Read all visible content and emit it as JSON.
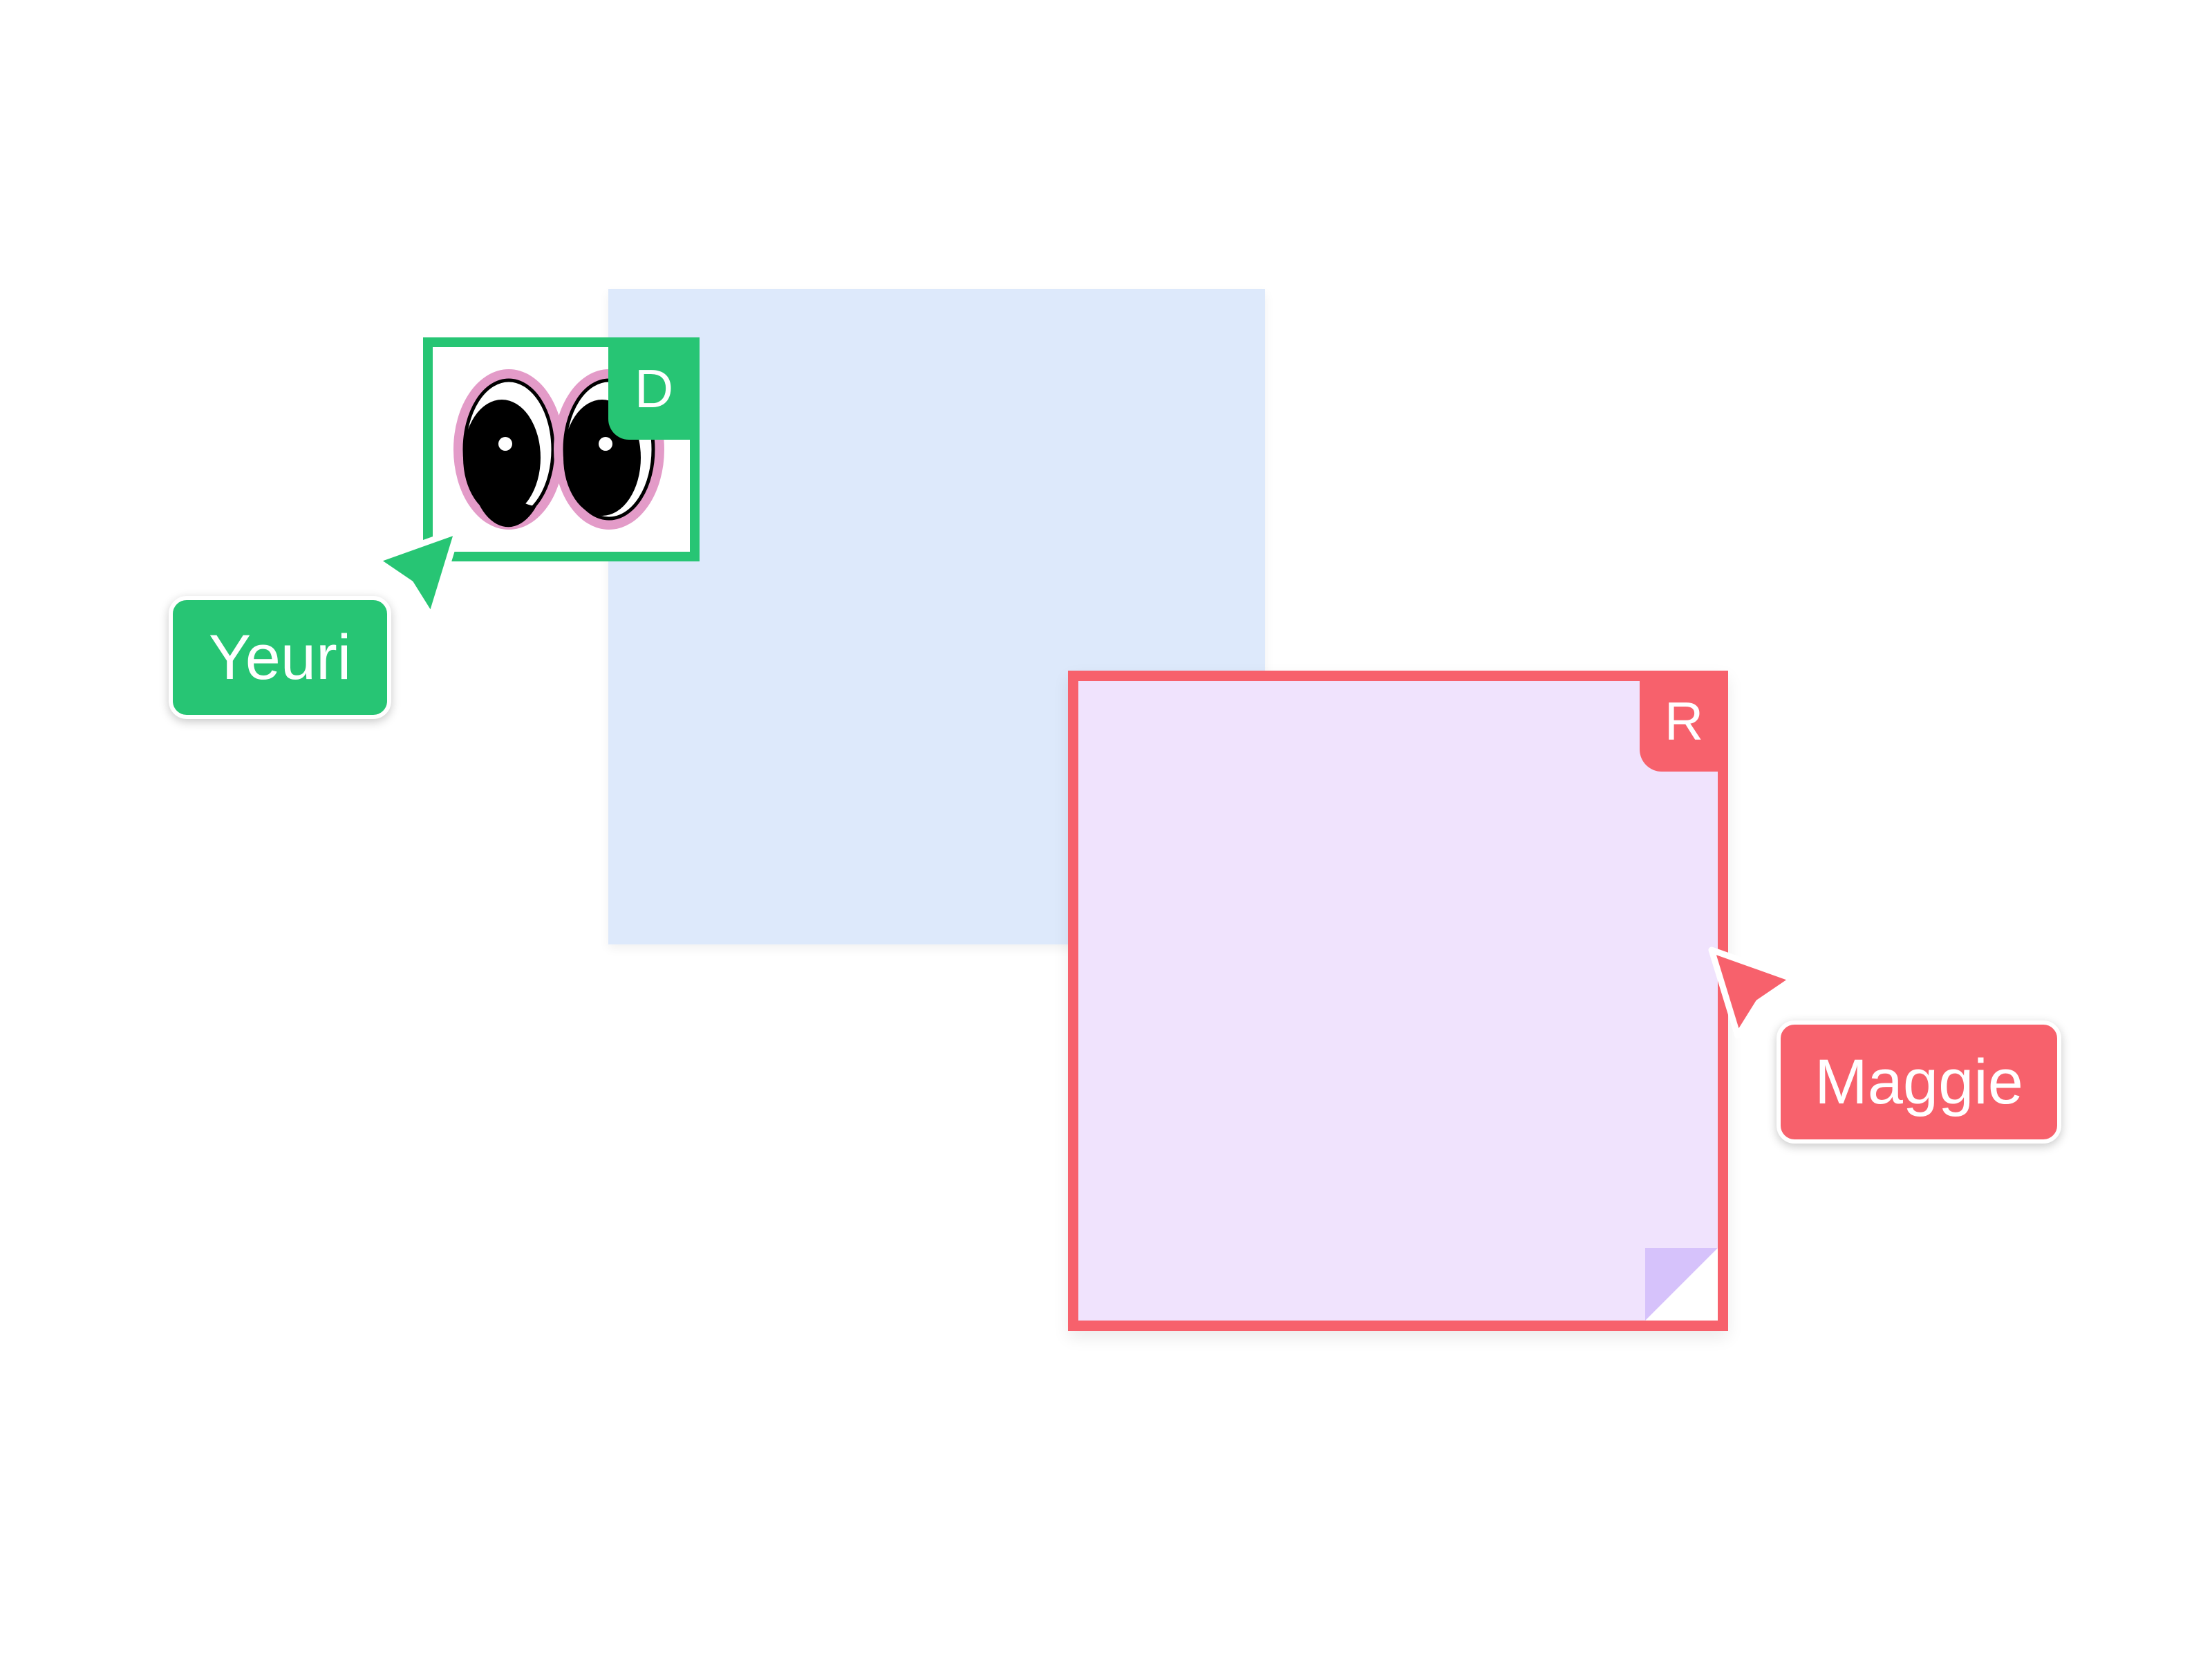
{
  "collaborators": {
    "yeuri": {
      "name": "Yeuri",
      "badge": "D",
      "color": "#27c574"
    },
    "maggie": {
      "name": "Maggie",
      "badge": "R",
      "color": "#f7616c"
    }
  },
  "notes": {
    "blue": {
      "color": "#dde9fb"
    },
    "purple": {
      "color": "#f0e3fd",
      "fold_color": "#d6c2fb"
    }
  },
  "sticker": {
    "icon": "googly-eyes-icon",
    "ring_color": "#e39bc8"
  }
}
